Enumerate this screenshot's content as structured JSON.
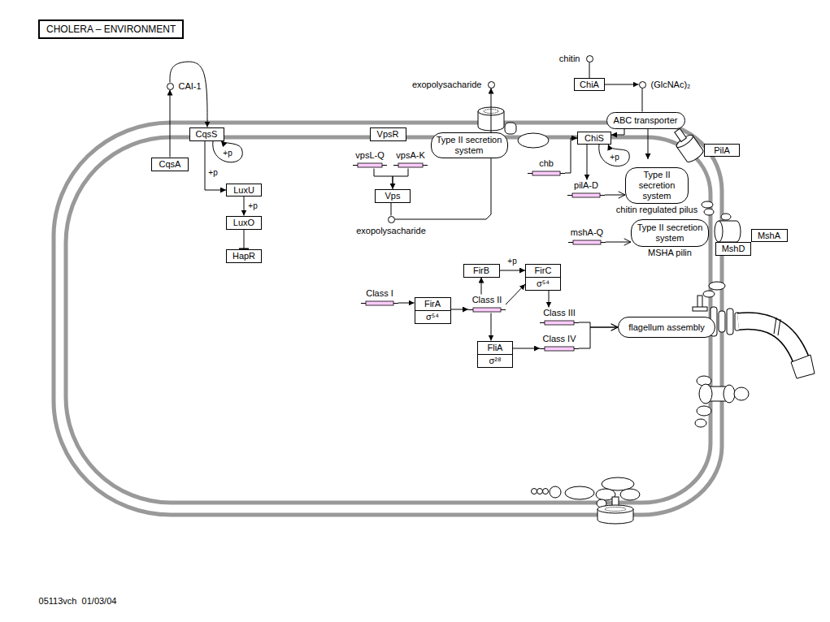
{
  "diagram": {
    "title": "CHOLERA – ENVIRONMENT",
    "nodes": [
      {
        "text": [
          "CAI-1"
        ]
      },
      {
        "text": [
          "CqsS"
        ]
      },
      {
        "text": [
          "CqsA"
        ]
      },
      {
        "text": [
          "LuxU"
        ]
      },
      {
        "text": [
          "LuxO"
        ]
      },
      {
        "text": [
          "HapR"
        ]
      },
      {
        "text": [
          "exopolysacharide"
        ]
      },
      {
        "text": [
          "VpsR"
        ]
      },
      {
        "text": [
          "Type II secretion system"
        ]
      },
      {
        "text": [
          "vpsL-Q"
        ]
      },
      {
        "text": [
          "vpsA-K"
        ]
      },
      {
        "text": [
          "Vps"
        ]
      },
      {
        "text": [
          "exopolysacharide"
        ]
      },
      {
        "text": [
          "chitin"
        ]
      },
      {
        "text": [
          "ChiA"
        ]
      },
      {
        "text": [
          "(GlcNAc)₂"
        ]
      },
      {
        "text": [
          "ABC transporter"
        ]
      },
      {
        "text": [
          "ChiS"
        ]
      },
      {
        "text": [
          "PilA"
        ]
      },
      {
        "text": [
          "chb"
        ]
      },
      {
        "text": [
          "pilA-D"
        ]
      },
      {
        "text": [
          "Type II secretion system",
          "chitin regulated pilus"
        ]
      },
      {
        "text": [
          "Type II secretion system",
          "MSHA pilin"
        ]
      },
      {
        "text": [
          "mshA-Q"
        ]
      },
      {
        "text": [
          "MshA"
        ]
      },
      {
        "text": [
          "MshD"
        ]
      },
      {
        "text": [
          "FirB"
        ]
      },
      {
        "text": [
          "FirC",
          "σ⁵⁴"
        ]
      },
      {
        "text": [
          "Class I"
        ]
      },
      {
        "text": [
          "FirA",
          "σ⁵⁴"
        ]
      },
      {
        "text": [
          "Class II"
        ]
      },
      {
        "text": [
          "FliA",
          "σ²⁸"
        ]
      },
      {
        "text": [
          "Class III"
        ]
      },
      {
        "text": [
          "Class IV"
        ]
      },
      {
        "text": [
          "flagellum assembly"
        ]
      }
    ],
    "edges": [
      {
        "from": 2,
        "to": 0,
        "arrow": "to"
      },
      {
        "from": 0,
        "to": 1,
        "arrow": "to"
      },
      {
        "from": 1,
        "to": 3,
        "label": "+p",
        "arrow": "to"
      },
      {
        "from": 3,
        "to": 4,
        "label": "+p",
        "arrow": "to"
      },
      {
        "from": 4,
        "to": 5,
        "arrow": "to"
      },
      {
        "from": 9,
        "to": 11,
        "arrow": "to"
      },
      {
        "from": 10,
        "to": 11,
        "arrow": "to"
      },
      {
        "from": 11,
        "to": 12,
        "arrow": "none"
      },
      {
        "from": 12,
        "to": 8,
        "arrow": "none"
      },
      {
        "from": 8,
        "to": 6,
        "arrow": "to"
      },
      {
        "from": 13,
        "to": 14,
        "arrow": "none"
      },
      {
        "from": 14,
        "to": 15,
        "arrow": "to"
      },
      {
        "from": 15,
        "to": 16,
        "arrow": "none"
      },
      {
        "from": 16,
        "to": 17,
        "arrow": "to"
      },
      {
        "from": 19,
        "to": 17,
        "arrow": "to"
      },
      {
        "from": 17,
        "to": 20,
        "arrow": "to"
      },
      {
        "from": 20,
        "to": 21,
        "arrow": "to"
      },
      {
        "from": 23,
        "to": 22,
        "arrow": "to"
      },
      {
        "from": 28,
        "to": 29,
        "arrow": "to"
      },
      {
        "from": 29,
        "to": 30,
        "arrow": "to"
      },
      {
        "from": 30,
        "to": 26,
        "arrow": "to"
      },
      {
        "from": 30,
        "to": 27,
        "arrow": "to"
      },
      {
        "from": 26,
        "to": 27,
        "label": "+p",
        "arrow": "to"
      },
      {
        "from": 30,
        "to": 31,
        "arrow": "to"
      },
      {
        "from": 27,
        "to": 32,
        "arrow": "to"
      },
      {
        "from": 31,
        "to": 33,
        "arrow": "to"
      },
      {
        "from": 32,
        "to": 34,
        "arrow": "to"
      },
      {
        "from": 33,
        "to": 34,
        "arrow": "to"
      }
    ],
    "labels": [
      "+p",
      "+p",
      "05113vch",
      "01/03/04"
    ]
  }
}
